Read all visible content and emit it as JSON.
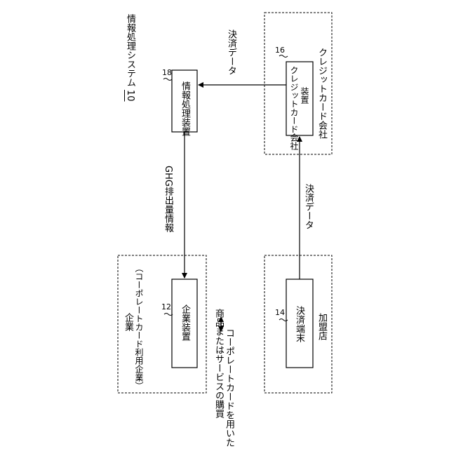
{
  "system": {
    "title": "情報処理システム",
    "ref": "10"
  },
  "nodes": {
    "info_device": {
      "label": "情報処理装置",
      "ref": "18"
    },
    "card_device": {
      "label_line1": "クレジットカード会社",
      "label_line2": "装置",
      "ref": "16"
    },
    "card_company": {
      "label": "クレジットカード会社"
    },
    "corp_device": {
      "label": "企業装置",
      "ref": "12"
    },
    "corp": {
      "label_line1": "企業",
      "label_line2": "（コーポレートカード利用企業）"
    },
    "terminal": {
      "label": "決済端末",
      "ref": "14"
    },
    "store": {
      "label": "加盟店"
    }
  },
  "edges": {
    "payment_data_top": "決済データ",
    "payment_data_right": "決済データ",
    "ghg_info": "GHG排出量情報",
    "purchase_line1": "コーポレートカードを用いた",
    "purchase_line2": "商品またはサービスの購買"
  }
}
